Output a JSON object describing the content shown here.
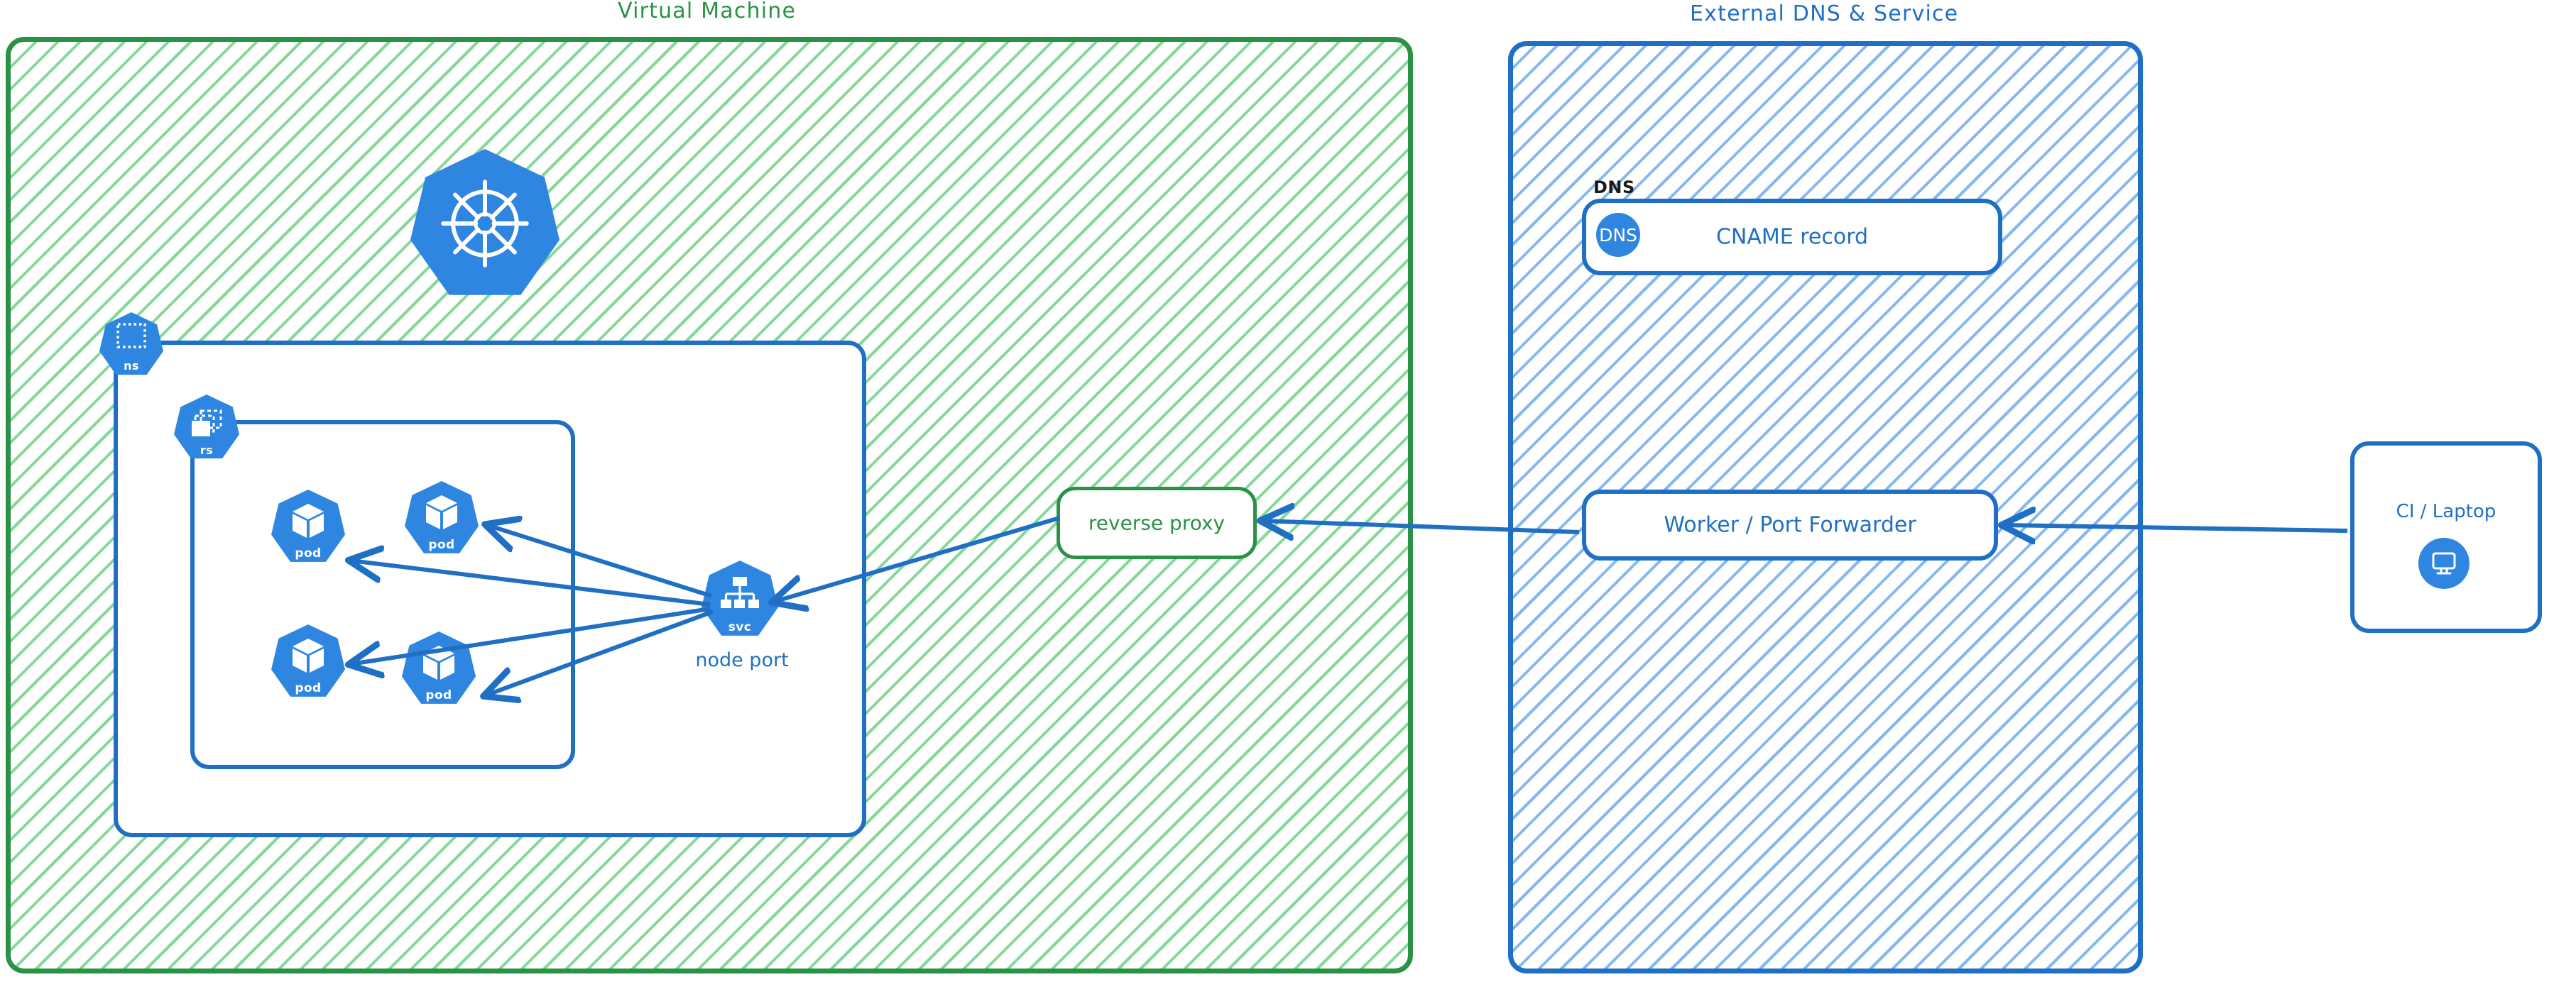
{
  "diagram": {
    "title_visible": false,
    "colors": {
      "green_border": "#2a9245",
      "green_hatch": "#7ed692",
      "blue_border": "#1f6fc4",
      "blue_hatch": "#7db4ee",
      "k8s_blue": "#2f86e0",
      "text_black": "#1a1a1a",
      "white": "#ffffff"
    },
    "groups": [
      {
        "id": "vm",
        "label": "Virtual Machine",
        "color": "green"
      },
      {
        "id": "external",
        "label": "External DNS & Service",
        "color": "blue"
      }
    ],
    "nodes": {
      "kubernetes_logo": {
        "caption": "",
        "icon": "kubernetes-wheel-icon"
      },
      "namespace": {
        "caption": "ns",
        "icon": "namespace-dashed-square-icon"
      },
      "replicaset": {
        "caption": "rs",
        "icon": "replicaset-stacked-square-icon"
      },
      "pods": [
        {
          "caption": "pod",
          "icon": "pod-cube-icon"
        },
        {
          "caption": "pod",
          "icon": "pod-cube-icon"
        },
        {
          "caption": "pod",
          "icon": "pod-cube-icon"
        },
        {
          "caption": "pod",
          "icon": "pod-cube-icon"
        }
      ],
      "service": {
        "caption": "svc",
        "icon": "service-tree-icon",
        "label": "node port"
      },
      "reverse_proxy": {
        "label": "reverse proxy"
      },
      "dns_record": {
        "corner_tag": "DNS",
        "badge_text": "DNS",
        "label": "CNAME record",
        "icon": "dns-circle-icon"
      },
      "worker": {
        "label": "Worker / Port Forwarder"
      },
      "client": {
        "label": "CI / Laptop",
        "icon": "desktop-monitor-icon"
      }
    },
    "edges": [
      {
        "from": "service",
        "to": "pod-1",
        "direction": "one-way"
      },
      {
        "from": "service",
        "to": "pod-2",
        "direction": "one-way"
      },
      {
        "from": "service",
        "to": "pod-3",
        "direction": "one-way"
      },
      {
        "from": "service",
        "to": "pod-4",
        "direction": "one-way"
      },
      {
        "from": "reverse-proxy",
        "to": "service",
        "direction": "one-way"
      },
      {
        "from": "worker",
        "to": "reverse-proxy",
        "direction": "one-way"
      },
      {
        "from": "client",
        "to": "worker",
        "direction": "one-way"
      }
    ]
  }
}
